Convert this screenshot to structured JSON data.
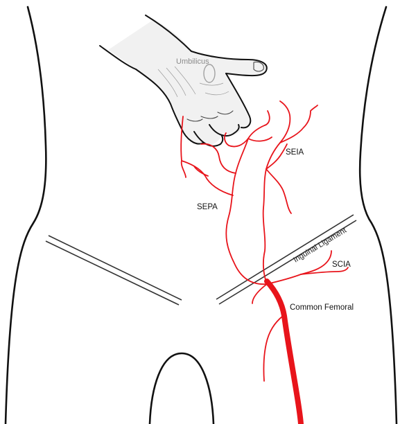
{
  "labels": {
    "umbilicus": "Umbilicus",
    "seia": "SEIA",
    "sepa": "SEPA",
    "inguinal_ligament": "Inguinal Ligament",
    "scia": "SCIA",
    "common_femoral": "Common Femoral"
  },
  "colors": {
    "artery": "#e8141b",
    "outline": "#111111",
    "umbilicus_label": "#8a8a8a"
  }
}
